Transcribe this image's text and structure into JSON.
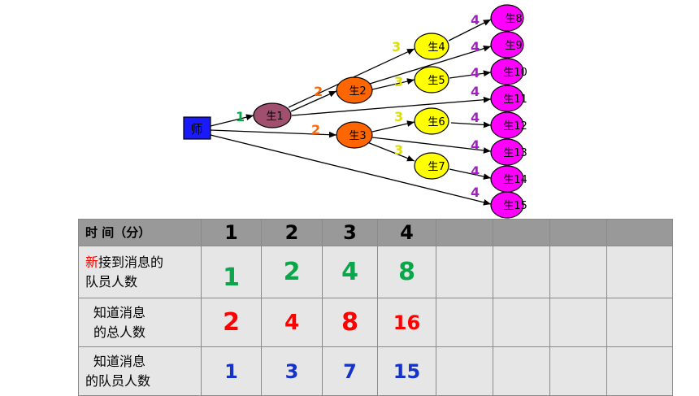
{
  "diagram": {
    "teacher": "师",
    "nodes": [
      "生1",
      "生2",
      "生3",
      "生4",
      "生5",
      "生6",
      "生7",
      "生8",
      "生9",
      "生10",
      "生11",
      "生12",
      "生13",
      "生14",
      "生15"
    ],
    "edge_labels": {
      "step1": "1",
      "step2": "2",
      "step3": "3",
      "step4": "4"
    }
  },
  "table": {
    "header": {
      "label": "时 间（分）",
      "cols": [
        "1",
        "2",
        "3",
        "4",
        "",
        "",
        "",
        ""
      ]
    },
    "rows": [
      {
        "label_prefix": "新",
        "label_rest_line1": "接到消息的",
        "label_line2": "队员人数",
        "values": [
          "1",
          "2",
          "4",
          "8"
        ]
      },
      {
        "label_line1": "知道消息",
        "label_line2": "的总人数",
        "values": [
          "2",
          "4",
          "8",
          "16"
        ]
      },
      {
        "label_line1": "知道消息",
        "label_line2": "的队员人数",
        "values": [
          "1",
          "3",
          "7",
          "15"
        ]
      }
    ]
  },
  "colors": {
    "teacher": "#1a1aff",
    "level1": "#a0506e",
    "level2": "#ff6600",
    "level3": "#ffff00",
    "level4": "#ff00ff",
    "green": "#0aa64a",
    "red": "#ff0000",
    "blue": "#1533c7"
  }
}
